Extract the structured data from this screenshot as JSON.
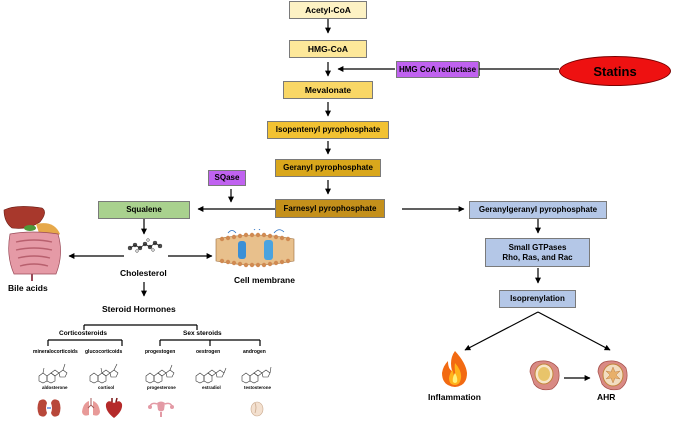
{
  "pathway": {
    "acetyl_coa": "Acetyl-CoA",
    "hmg_coa": "HMG-CoA",
    "mevalonate": "Mevalonate",
    "isopentenyl": "Isopentenyl pyrophosphate",
    "geranyl": "Geranyl pyrophosphate",
    "farnesyl": "Farnesyl pyrophosphate",
    "hmg_coa_reductase": "HMG CoA reductase",
    "statins": "Statins",
    "sqase": "SQase",
    "squalene": "Squalene",
    "cholesterol": "Cholesterol",
    "cell_membrane": "Cell membrane",
    "bile_acids": "Bile acids",
    "steroid_hormones": "Steroid Hormones",
    "corticosteroids": "Corticosteroids",
    "sex_steroids": "Sex steroids",
    "mineralocorticoids": "mineralocorticoids",
    "glucocorticoids": "glucocorticoids",
    "progestogen": "progestogen",
    "oestrogen": "oestrogen",
    "androgen": "androgen",
    "aldosterone": "aldosterone",
    "cortisol": "cortisol",
    "progesterone": "progesterone",
    "estradiol": "estradiol",
    "testosterone": "testosterone",
    "geranylgeranyl": "Geranylgeranyl pyrophosphate",
    "small_gtpases_line1": "Small GTPases",
    "small_gtpases_line2": "Rho, Ras, and Rac",
    "isoprenylation": "Isoprenylation",
    "inflammation": "Inflammation",
    "ahr": "AHR"
  },
  "colors": {
    "acetyl_coa": "#fdf2c4",
    "hmg_coa": "#fde89a",
    "mevalonate": "#f9d766",
    "isopentenyl": "#f2c232",
    "geranyl": "#d9a71c",
    "farnesyl": "#c4901b",
    "enzyme": "#c062f0",
    "squalene": "#a9d18e",
    "gtpase_branch": "#b4c7e7",
    "statins": "#ee1111"
  },
  "icons": [
    "liver-intestine-icon",
    "cholesterol-molecule-icon",
    "membrane-icon",
    "kidney-icon",
    "lungs-icon",
    "heart-icon",
    "uterus-icon",
    "testis-icon",
    "fire-icon",
    "airway-icon",
    "constricted-airway-icon"
  ]
}
